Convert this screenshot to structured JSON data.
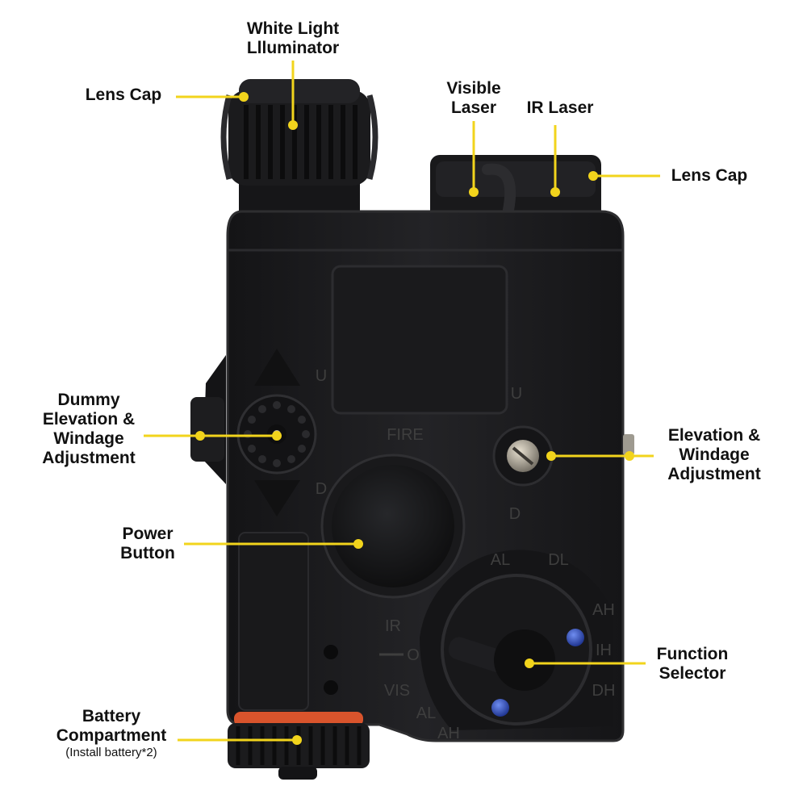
{
  "colors": {
    "background": "#ffffff",
    "callout_line": "#f2d41c",
    "callout_dot": "#f2d41c",
    "device_body": "#1c1c1e",
    "device_edge": "#2e2e30",
    "device_marking": "#3e3e3e",
    "screw_blue": "#2a4db8",
    "o_ring": "#d9542c"
  },
  "callouts": {
    "white_light": {
      "line1": "White Light",
      "line2": "Llluminator"
    },
    "lens_cap_left": {
      "text": "Lens Cap"
    },
    "visible_laser": {
      "line1": "Visible",
      "line2": "Laser"
    },
    "ir_laser": {
      "text": "IR Laser"
    },
    "lens_cap_right": {
      "text": "Lens Cap"
    },
    "dummy_adjust": {
      "line1": "Dummy",
      "line2": "Elevation &",
      "line3": "Windage",
      "line4": "Adjustment"
    },
    "elev_adjust": {
      "line1": "Elevation &",
      "line2": "Windage",
      "line3": "Adjustment"
    },
    "power_button": {
      "line1": "Power",
      "line2": "Button"
    },
    "function_selector": {
      "line1": "Function",
      "line2": "Selector"
    },
    "battery": {
      "line1": "Battery",
      "line2": "Compartment",
      "note": "(Install battery*2)"
    }
  },
  "device_markings": {
    "fire": "FIRE",
    "up_left": "U",
    "down_left": "D",
    "up_right": "U",
    "down_right": "D",
    "al_top": "AL",
    "dl": "DL",
    "ah_right": "AH",
    "ih": "IH",
    "dh": "DH",
    "ir": "IR",
    "o": "O",
    "vis": "VIS",
    "al_bottom": "AL",
    "ah_bottom": "AH"
  }
}
